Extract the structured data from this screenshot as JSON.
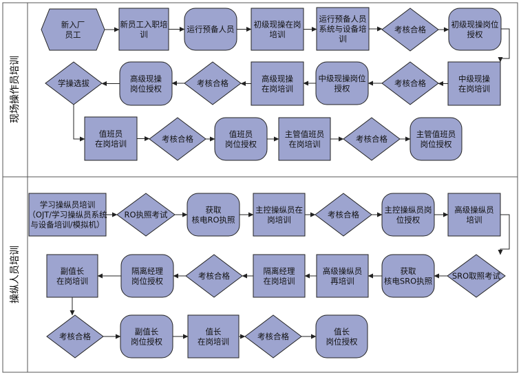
{
  "colors": {
    "node_fill": "#9da4cf",
    "stroke": "#222222",
    "frame": "#555555"
  },
  "sections": [
    {
      "label": "现场操作员培训"
    },
    {
      "label": "操纵人员培训"
    }
  ],
  "nodes": [
    {
      "id": "s1_new",
      "shape": "hexagon",
      "text": [
        "新入厂",
        "员工"
      ]
    },
    {
      "id": "s1_induct",
      "shape": "rect",
      "text": [
        "新员工入职培",
        "训"
      ]
    },
    {
      "id": "s1_reserve",
      "shape": "rounded",
      "text": [
        "运行预备人员"
      ]
    },
    {
      "id": "s1_junior_train",
      "shape": "rect",
      "text": [
        "初级现操在岗",
        "培训"
      ]
    },
    {
      "id": "s1_sys_train",
      "shape": "rect",
      "text": [
        "运行预备人员",
        "系统与设备培",
        "训"
      ]
    },
    {
      "id": "s1_check1",
      "shape": "diamond",
      "text": [
        "考核合格"
      ]
    },
    {
      "id": "s1_junior_auth",
      "shape": "rounded",
      "text": [
        "初级现操岗位",
        "授权"
      ]
    },
    {
      "id": "s1_mid_train",
      "shape": "rect",
      "text": [
        "中级现操",
        "在岗培训"
      ]
    },
    {
      "id": "s1_check2",
      "shape": "diamond",
      "text": [
        "考核合格"
      ]
    },
    {
      "id": "s1_mid_auth",
      "shape": "rounded",
      "text": [
        "中级现操岗位",
        "授权"
      ]
    },
    {
      "id": "s1_senior_train",
      "shape": "rect",
      "text": [
        "高级现操",
        "在岗培训"
      ]
    },
    {
      "id": "s1_check3",
      "shape": "diamond",
      "text": [
        "考核合格"
      ]
    },
    {
      "id": "s1_senior_auth",
      "shape": "rounded",
      "text": [
        "高级现操",
        "岗位授权"
      ]
    },
    {
      "id": "s1_select",
      "shape": "diamond",
      "text": [
        "学操选拔"
      ]
    },
    {
      "id": "s1_shift_train",
      "shape": "rect",
      "text": [
        "值班员",
        "在岗培训"
      ]
    },
    {
      "id": "s1_check4",
      "shape": "diamond",
      "text": [
        "考核合格"
      ]
    },
    {
      "id": "s1_shift_auth",
      "shape": "rounded",
      "text": [
        "值班员",
        "岗位授权"
      ]
    },
    {
      "id": "s1_chief_train",
      "shape": "rect",
      "text": [
        "主管值班员",
        "在岗培训"
      ]
    },
    {
      "id": "s1_check5",
      "shape": "diamond",
      "text": [
        "考核合格"
      ]
    },
    {
      "id": "s1_chief_auth",
      "shape": "rounded",
      "text": [
        "主管值班员",
        "岗位授权"
      ]
    },
    {
      "id": "s2_learn",
      "shape": "rect",
      "text": [
        "学习操纵员培训",
        "（OJT/学习操纵员系统",
        "与设备培训/模拟机）"
      ]
    },
    {
      "id": "s2_ro_exam",
      "shape": "diamond",
      "text": [
        "RO执照考试"
      ]
    },
    {
      "id": "s2_ro_license",
      "shape": "rounded",
      "text": [
        "获取",
        "核电RO执照"
      ]
    },
    {
      "id": "s2_master_train",
      "shape": "rect",
      "text": [
        "主控操纵员在",
        "岗培训"
      ]
    },
    {
      "id": "s2_check1",
      "shape": "diamond",
      "text": [
        "考核合格"
      ]
    },
    {
      "id": "s2_master_auth",
      "shape": "rounded",
      "text": [
        "主控操纵员岗",
        "位授权"
      ]
    },
    {
      "id": "s2_senior_train",
      "shape": "rect",
      "text": [
        "高级操纵员",
        "培训"
      ]
    },
    {
      "id": "s2_sro_exam",
      "shape": "diamond",
      "text": [
        "SRO取照考试"
      ]
    },
    {
      "id": "s2_sro_license",
      "shape": "rounded",
      "text": [
        "获取",
        "核电SRO执照"
      ]
    },
    {
      "id": "s2_senior_retrain",
      "shape": "rect",
      "text": [
        "高级操纵员",
        "再培训"
      ]
    },
    {
      "id": "s2_iso_train",
      "shape": "rect",
      "text": [
        "隔离经理",
        "在岗培训"
      ]
    },
    {
      "id": "s2_check2",
      "shape": "diamond",
      "text": [
        "考核合格"
      ]
    },
    {
      "id": "s2_iso_auth",
      "shape": "rounded",
      "text": [
        "隔离经理",
        "岗位授权"
      ]
    },
    {
      "id": "s2_dep_train",
      "shape": "rect",
      "text": [
        "副值长",
        "在岗培训"
      ]
    },
    {
      "id": "s2_check3",
      "shape": "diamond",
      "text": [
        "考核合格"
      ]
    },
    {
      "id": "s2_dep_auth",
      "shape": "rounded",
      "text": [
        "副值长",
        "岗位授权"
      ]
    },
    {
      "id": "s2_head_train",
      "shape": "rect",
      "text": [
        "值长",
        "在岗培训"
      ]
    },
    {
      "id": "s2_check4",
      "shape": "diamond",
      "text": [
        "考核合格"
      ]
    },
    {
      "id": "s2_head_auth",
      "shape": "rounded",
      "text": [
        "值长",
        "岗位授权"
      ]
    }
  ],
  "edges": [
    [
      "s1_new",
      "s1_induct"
    ],
    [
      "s1_induct",
      "s1_reserve"
    ],
    [
      "s1_reserve",
      "s1_junior_train"
    ],
    [
      "s1_junior_train",
      "s1_sys_train"
    ],
    [
      "s1_sys_train",
      "s1_check1"
    ],
    [
      "s1_check1",
      "s1_junior_auth"
    ],
    [
      "s1_junior_auth",
      "s1_mid_train"
    ],
    [
      "s1_mid_train",
      "s1_check2"
    ],
    [
      "s1_check2",
      "s1_mid_auth"
    ],
    [
      "s1_mid_auth",
      "s1_senior_train"
    ],
    [
      "s1_senior_train",
      "s1_check3"
    ],
    [
      "s1_check3",
      "s1_senior_auth"
    ],
    [
      "s1_senior_auth",
      "s1_select"
    ],
    [
      "s1_select",
      "s1_shift_train"
    ],
    [
      "s1_shift_train",
      "s1_check4"
    ],
    [
      "s1_check4",
      "s1_shift_auth"
    ],
    [
      "s1_shift_auth",
      "s1_chief_train"
    ],
    [
      "s1_chief_train",
      "s1_check5"
    ],
    [
      "s1_check5",
      "s1_chief_auth"
    ],
    [
      "s2_learn",
      "s2_ro_exam"
    ],
    [
      "s2_ro_exam",
      "s2_ro_license"
    ],
    [
      "s2_ro_license",
      "s2_master_train"
    ],
    [
      "s2_master_train",
      "s2_check1"
    ],
    [
      "s2_check1",
      "s2_master_auth"
    ],
    [
      "s2_master_auth",
      "s2_senior_train"
    ],
    [
      "s2_senior_train",
      "s2_sro_exam"
    ],
    [
      "s2_sro_exam",
      "s2_sro_license"
    ],
    [
      "s2_sro_license",
      "s2_senior_retrain"
    ],
    [
      "s2_senior_retrain",
      "s2_iso_train"
    ],
    [
      "s2_iso_train",
      "s2_check2"
    ],
    [
      "s2_check2",
      "s2_iso_auth"
    ],
    [
      "s2_iso_auth",
      "s2_dep_train"
    ],
    [
      "s2_dep_train",
      "s2_check3"
    ],
    [
      "s2_check3",
      "s2_dep_auth"
    ],
    [
      "s2_dep_auth",
      "s2_head_train"
    ],
    [
      "s2_head_train",
      "s2_check4"
    ],
    [
      "s2_check4",
      "s2_head_auth"
    ]
  ]
}
